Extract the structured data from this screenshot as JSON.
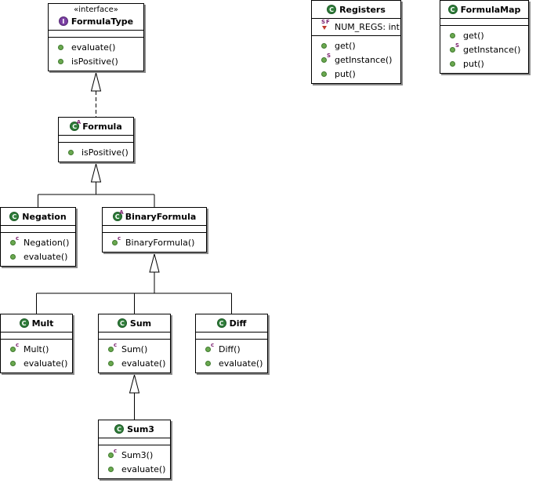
{
  "diagram": {
    "classes": [
      {
        "id": "formulatype",
        "kind": "interface",
        "stereotype": "«interface»",
        "name": "FormulaType",
        "fields": [],
        "methods": [
          {
            "name": "evaluate()",
            "modifier": ""
          },
          {
            "name": "isPositive()",
            "modifier": ""
          }
        ]
      },
      {
        "id": "formula",
        "kind": "abstract",
        "name": "Formula",
        "fields": [],
        "methods": [
          {
            "name": "isPositive()",
            "modifier": ""
          }
        ]
      },
      {
        "id": "negation",
        "kind": "class",
        "name": "Negation",
        "fields": [],
        "methods": [
          {
            "name": "Negation()",
            "modifier": "c"
          },
          {
            "name": "evaluate()",
            "modifier": ""
          }
        ]
      },
      {
        "id": "binaryformula",
        "kind": "abstract",
        "name": "BinaryFormula",
        "fields": [],
        "methods": [
          {
            "name": "BinaryFormula()",
            "modifier": "c"
          }
        ]
      },
      {
        "id": "mult",
        "kind": "class",
        "name": "Mult",
        "fields": [],
        "methods": [
          {
            "name": "Mult()",
            "modifier": "c"
          },
          {
            "name": "evaluate()",
            "modifier": ""
          }
        ]
      },
      {
        "id": "sum",
        "kind": "class",
        "name": "Sum",
        "fields": [],
        "methods": [
          {
            "name": "Sum()",
            "modifier": "c"
          },
          {
            "name": "evaluate()",
            "modifier": ""
          }
        ]
      },
      {
        "id": "diff",
        "kind": "class",
        "name": "Diff",
        "fields": [],
        "methods": [
          {
            "name": "Diff()",
            "modifier": "c"
          },
          {
            "name": "evaluate()",
            "modifier": ""
          }
        ]
      },
      {
        "id": "sum3",
        "kind": "class",
        "name": "Sum3",
        "fields": [],
        "methods": [
          {
            "name": "Sum3()",
            "modifier": "c"
          },
          {
            "name": "evaluate()",
            "modifier": ""
          }
        ]
      },
      {
        "id": "registers",
        "kind": "class",
        "name": "Registers",
        "fields": [
          {
            "name": "NUM_REGS: int",
            "modifier": "SF"
          }
        ],
        "methods": [
          {
            "name": "get()",
            "modifier": ""
          },
          {
            "name": "getInstance()",
            "modifier": "S"
          },
          {
            "name": "put()",
            "modifier": ""
          }
        ]
      },
      {
        "id": "formulamap",
        "kind": "class",
        "name": "FormulaMap",
        "fields": [],
        "methods": [
          {
            "name": "get()",
            "modifier": ""
          },
          {
            "name": "getInstance()",
            "modifier": "S"
          },
          {
            "name": "put()",
            "modifier": ""
          }
        ]
      }
    ],
    "relations": [
      {
        "type": "realization",
        "from": "formula",
        "to": "formulatype"
      },
      {
        "type": "generalization",
        "from": "negation",
        "to": "formula"
      },
      {
        "type": "generalization",
        "from": "binaryformula",
        "to": "formula"
      },
      {
        "type": "generalization",
        "from": "mult",
        "to": "binaryformula"
      },
      {
        "type": "generalization",
        "from": "sum",
        "to": "binaryformula"
      },
      {
        "type": "generalization",
        "from": "diff",
        "to": "binaryformula"
      },
      {
        "type": "generalization",
        "from": "sum3",
        "to": "sum"
      }
    ],
    "badges": {
      "class": "C",
      "interface": "I",
      "abstract_marker": "A"
    },
    "colors": {
      "class_badge": "#2f7d3a",
      "interface_badge": "#7b3fa3",
      "method_dot": "#6aa84f",
      "field_icon": "#c0392b",
      "modifier": "#7a1f6e"
    }
  }
}
